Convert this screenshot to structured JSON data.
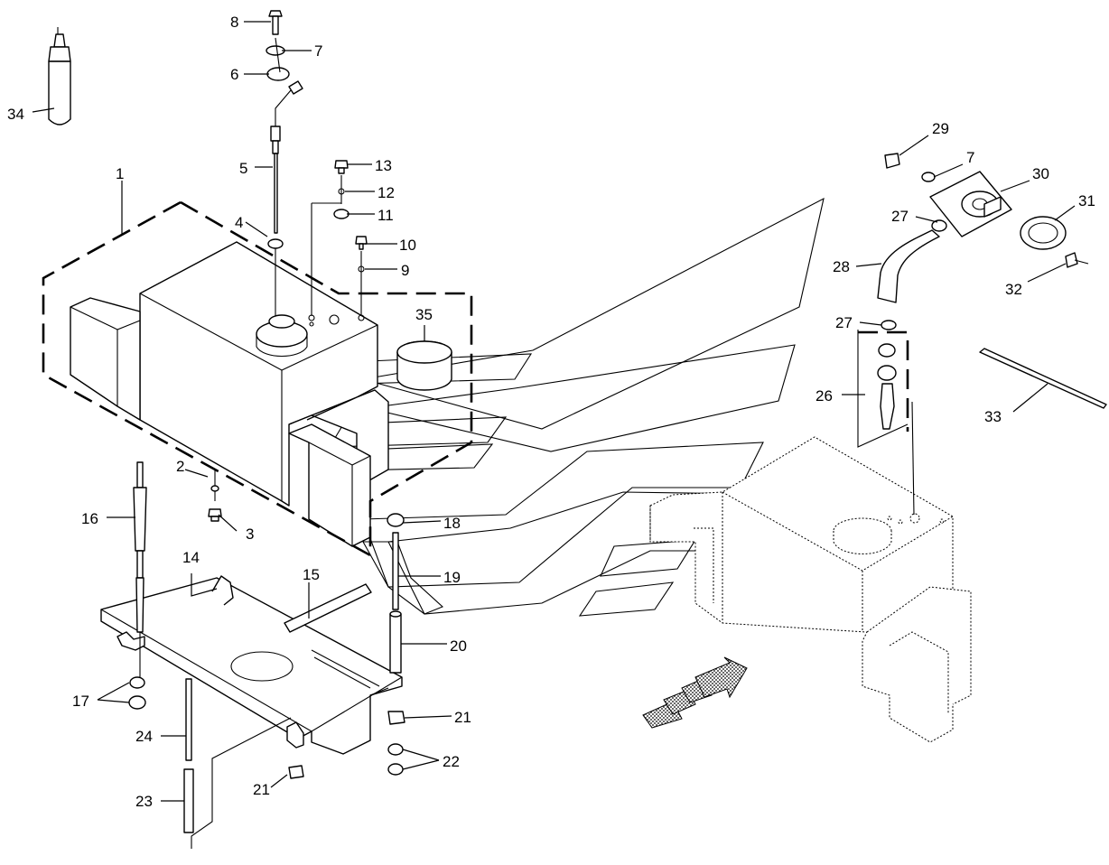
{
  "labels": [
    {
      "id": "1",
      "text": "1"
    },
    {
      "id": "2",
      "text": "2"
    },
    {
      "id": "3",
      "text": "3"
    },
    {
      "id": "4",
      "text": "4"
    },
    {
      "id": "5",
      "text": "5"
    },
    {
      "id": "6",
      "text": "6"
    },
    {
      "id": "7a",
      "text": "7"
    },
    {
      "id": "7b",
      "text": "7"
    },
    {
      "id": "8",
      "text": "8"
    },
    {
      "id": "9",
      "text": "9"
    },
    {
      "id": "10",
      "text": "10"
    },
    {
      "id": "11",
      "text": "11"
    },
    {
      "id": "12",
      "text": "12"
    },
    {
      "id": "13",
      "text": "13"
    },
    {
      "id": "14",
      "text": "14"
    },
    {
      "id": "15",
      "text": "15"
    },
    {
      "id": "16",
      "text": "16"
    },
    {
      "id": "17",
      "text": "17"
    },
    {
      "id": "18",
      "text": "18"
    },
    {
      "id": "19",
      "text": "19"
    },
    {
      "id": "20",
      "text": "20"
    },
    {
      "id": "21a",
      "text": "21"
    },
    {
      "id": "21b",
      "text": "21"
    },
    {
      "id": "22",
      "text": "22"
    },
    {
      "id": "23",
      "text": "23"
    },
    {
      "id": "24",
      "text": "24"
    },
    {
      "id": "26",
      "text": "26"
    },
    {
      "id": "27a",
      "text": "27"
    },
    {
      "id": "27b",
      "text": "27"
    },
    {
      "id": "28",
      "text": "28"
    },
    {
      "id": "29",
      "text": "29"
    },
    {
      "id": "30",
      "text": "30"
    },
    {
      "id": "31",
      "text": "31"
    },
    {
      "id": "32",
      "text": "32"
    },
    {
      "id": "33",
      "text": "33"
    },
    {
      "id": "34",
      "text": "34"
    },
    {
      "id": "35",
      "text": "35"
    }
  ]
}
